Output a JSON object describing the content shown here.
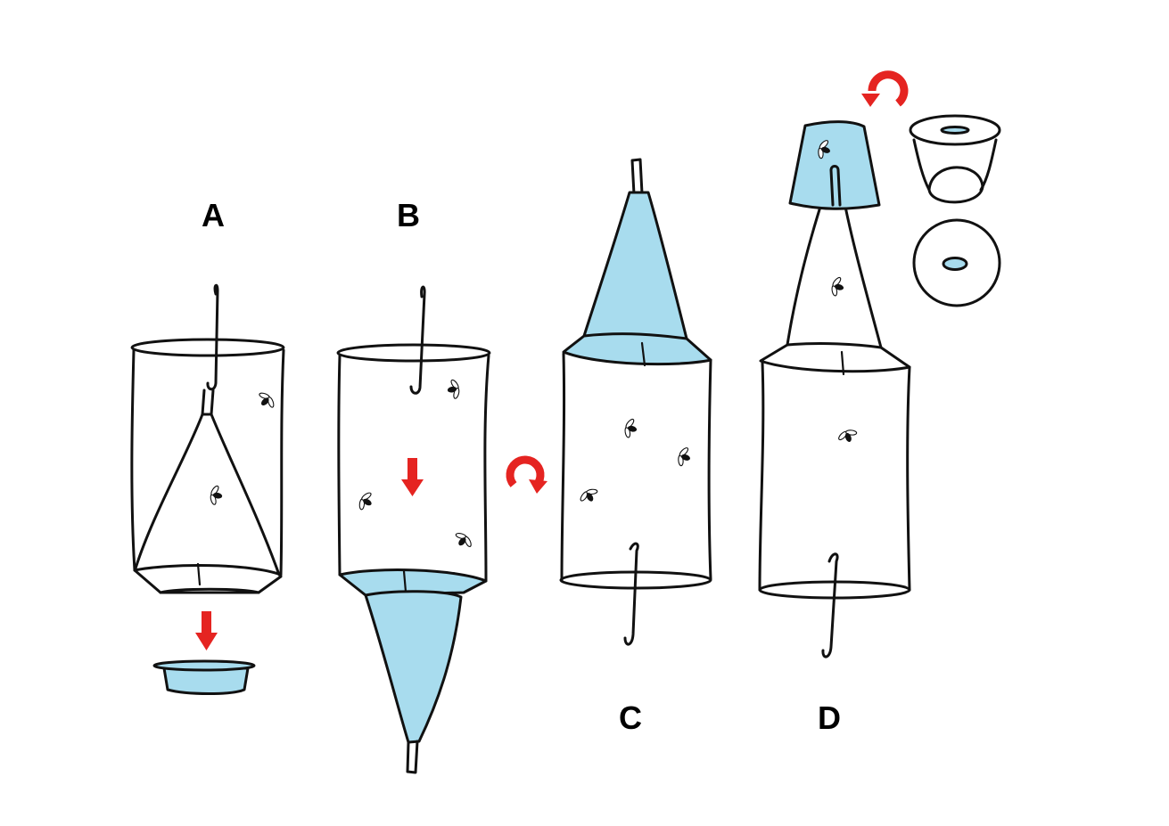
{
  "colors": {
    "trap_blue": "#a8dcee",
    "arrow_red": "#e52421",
    "ink": "#111111",
    "background": "#ffffff"
  },
  "steps": [
    {
      "label": "A"
    },
    {
      "label": "B"
    },
    {
      "label": "C"
    },
    {
      "label": "D"
    }
  ],
  "icons": {
    "down_arrow": "down-arrow-icon",
    "rotate_arrow": "rotate-arrow-icon",
    "fly": "fly-icon",
    "hook": "hook-icon"
  }
}
